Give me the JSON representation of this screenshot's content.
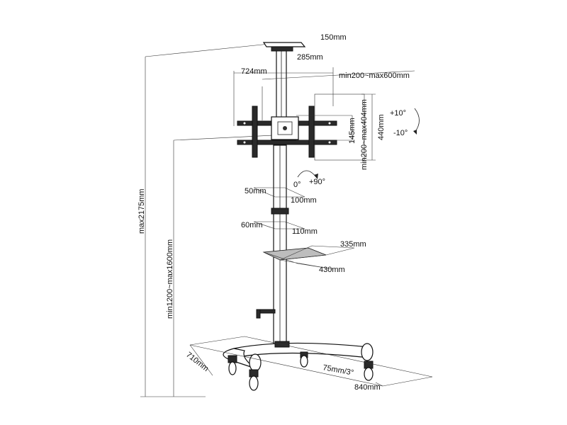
{
  "labels": {
    "top_plate_depth": "150mm",
    "top_plate_width": "285mm",
    "vesa_outer_width": "724mm",
    "vesa_horizontal": "min200~max600mm",
    "tilt_up": "+10°",
    "tilt_down": "-10°",
    "vesa_inner": "145mm",
    "vesa_vertical": "min200~max404mm",
    "vesa_outer_height": "440mm",
    "rotate_start": "0°",
    "rotate_end": "+90°",
    "clamp1_depth": "50mm",
    "clamp1_width": "100mm",
    "clamp2_depth": "60mm",
    "clamp2_width": "110mm",
    "shelf_depth": "335mm",
    "shelf_width": "430mm",
    "max_total_height": "max2175mm",
    "mount_height": "min1200~max1600mm",
    "base_depth": "710mm",
    "base_tilt": "75mm/3°",
    "base_width": "840mm"
  }
}
